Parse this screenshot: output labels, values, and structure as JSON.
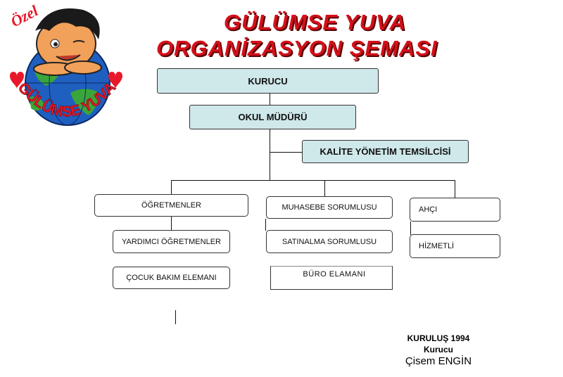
{
  "logo": {
    "top_text": "Özel",
    "bottom_text": "GÜLÜMSE YUVA"
  },
  "title": {
    "line1": "GÜLÜMSE YUVA",
    "line2": "ORGANİZASYON ŞEMASI"
  },
  "org": {
    "kurucu": "KURUCU",
    "mudur": "OKUL MÜDÜRÜ",
    "kalite": "KALİTE YÖNETİM TEMSİLCİSİ",
    "ogretmenler": "ÖĞRETMENLER",
    "yardimci": "YARDIMCI ÖĞRETMENLER",
    "cocuk_bakim": "ÇOCUK  BAKIM ELEMANI",
    "muhasebe": "MUHASEBE SORUMLUSU",
    "satinalma": "SATINALMA  SORUMLUSU",
    "buro": "BÜRO  ELAMANI",
    "asci": "AHÇI",
    "hizmetli": "HİZMETLİ"
  },
  "footer": {
    "line1": "KURULUŞ  1994",
    "line2": "Kurucu",
    "line3": "Çisem ENGİN"
  },
  "colors": {
    "title_red": "#d4101a",
    "box_fill": "#cfe8ea",
    "logo_heart": "#e8182a"
  }
}
